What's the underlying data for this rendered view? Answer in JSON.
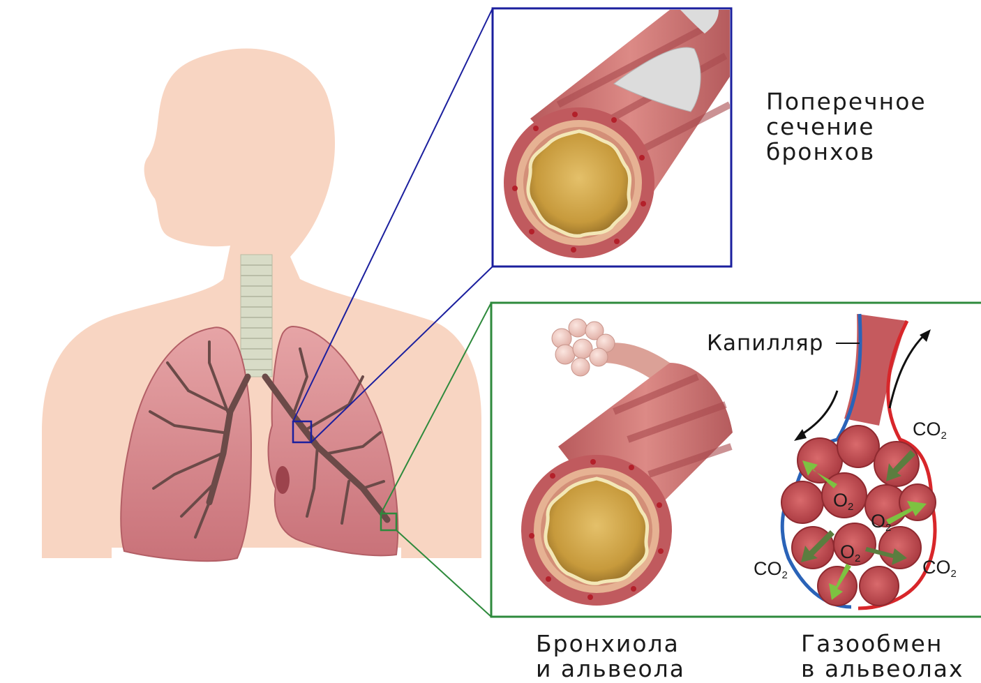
{
  "labels": {
    "cross_section": [
      "Поперечное",
      "сечение",
      "бронхов"
    ],
    "bronchiole": [
      "Бронхиола",
      "и альвеола"
    ],
    "gas_exchange": [
      "Газообмен",
      "в альвеолах"
    ],
    "capillary": "Капилляр"
  },
  "chemicals": {
    "co2_base": "CO",
    "o2_base": "O",
    "subscript": "2"
  },
  "colors": {
    "body": "#f8d5c2",
    "lung": "#d99196",
    "airway_branch": "#6b4a48",
    "trachea": "#d8dcc7",
    "tube_wall": "#c96a6a",
    "lumen": "#d6b25a",
    "blue_frame": "#1b1f9e",
    "green_frame": "#2e8a3c",
    "vein": "#2a63b8",
    "artery": "#d8262a",
    "o2_arrow": "#7dc241",
    "co2_arrow": "#5b7d3f"
  }
}
